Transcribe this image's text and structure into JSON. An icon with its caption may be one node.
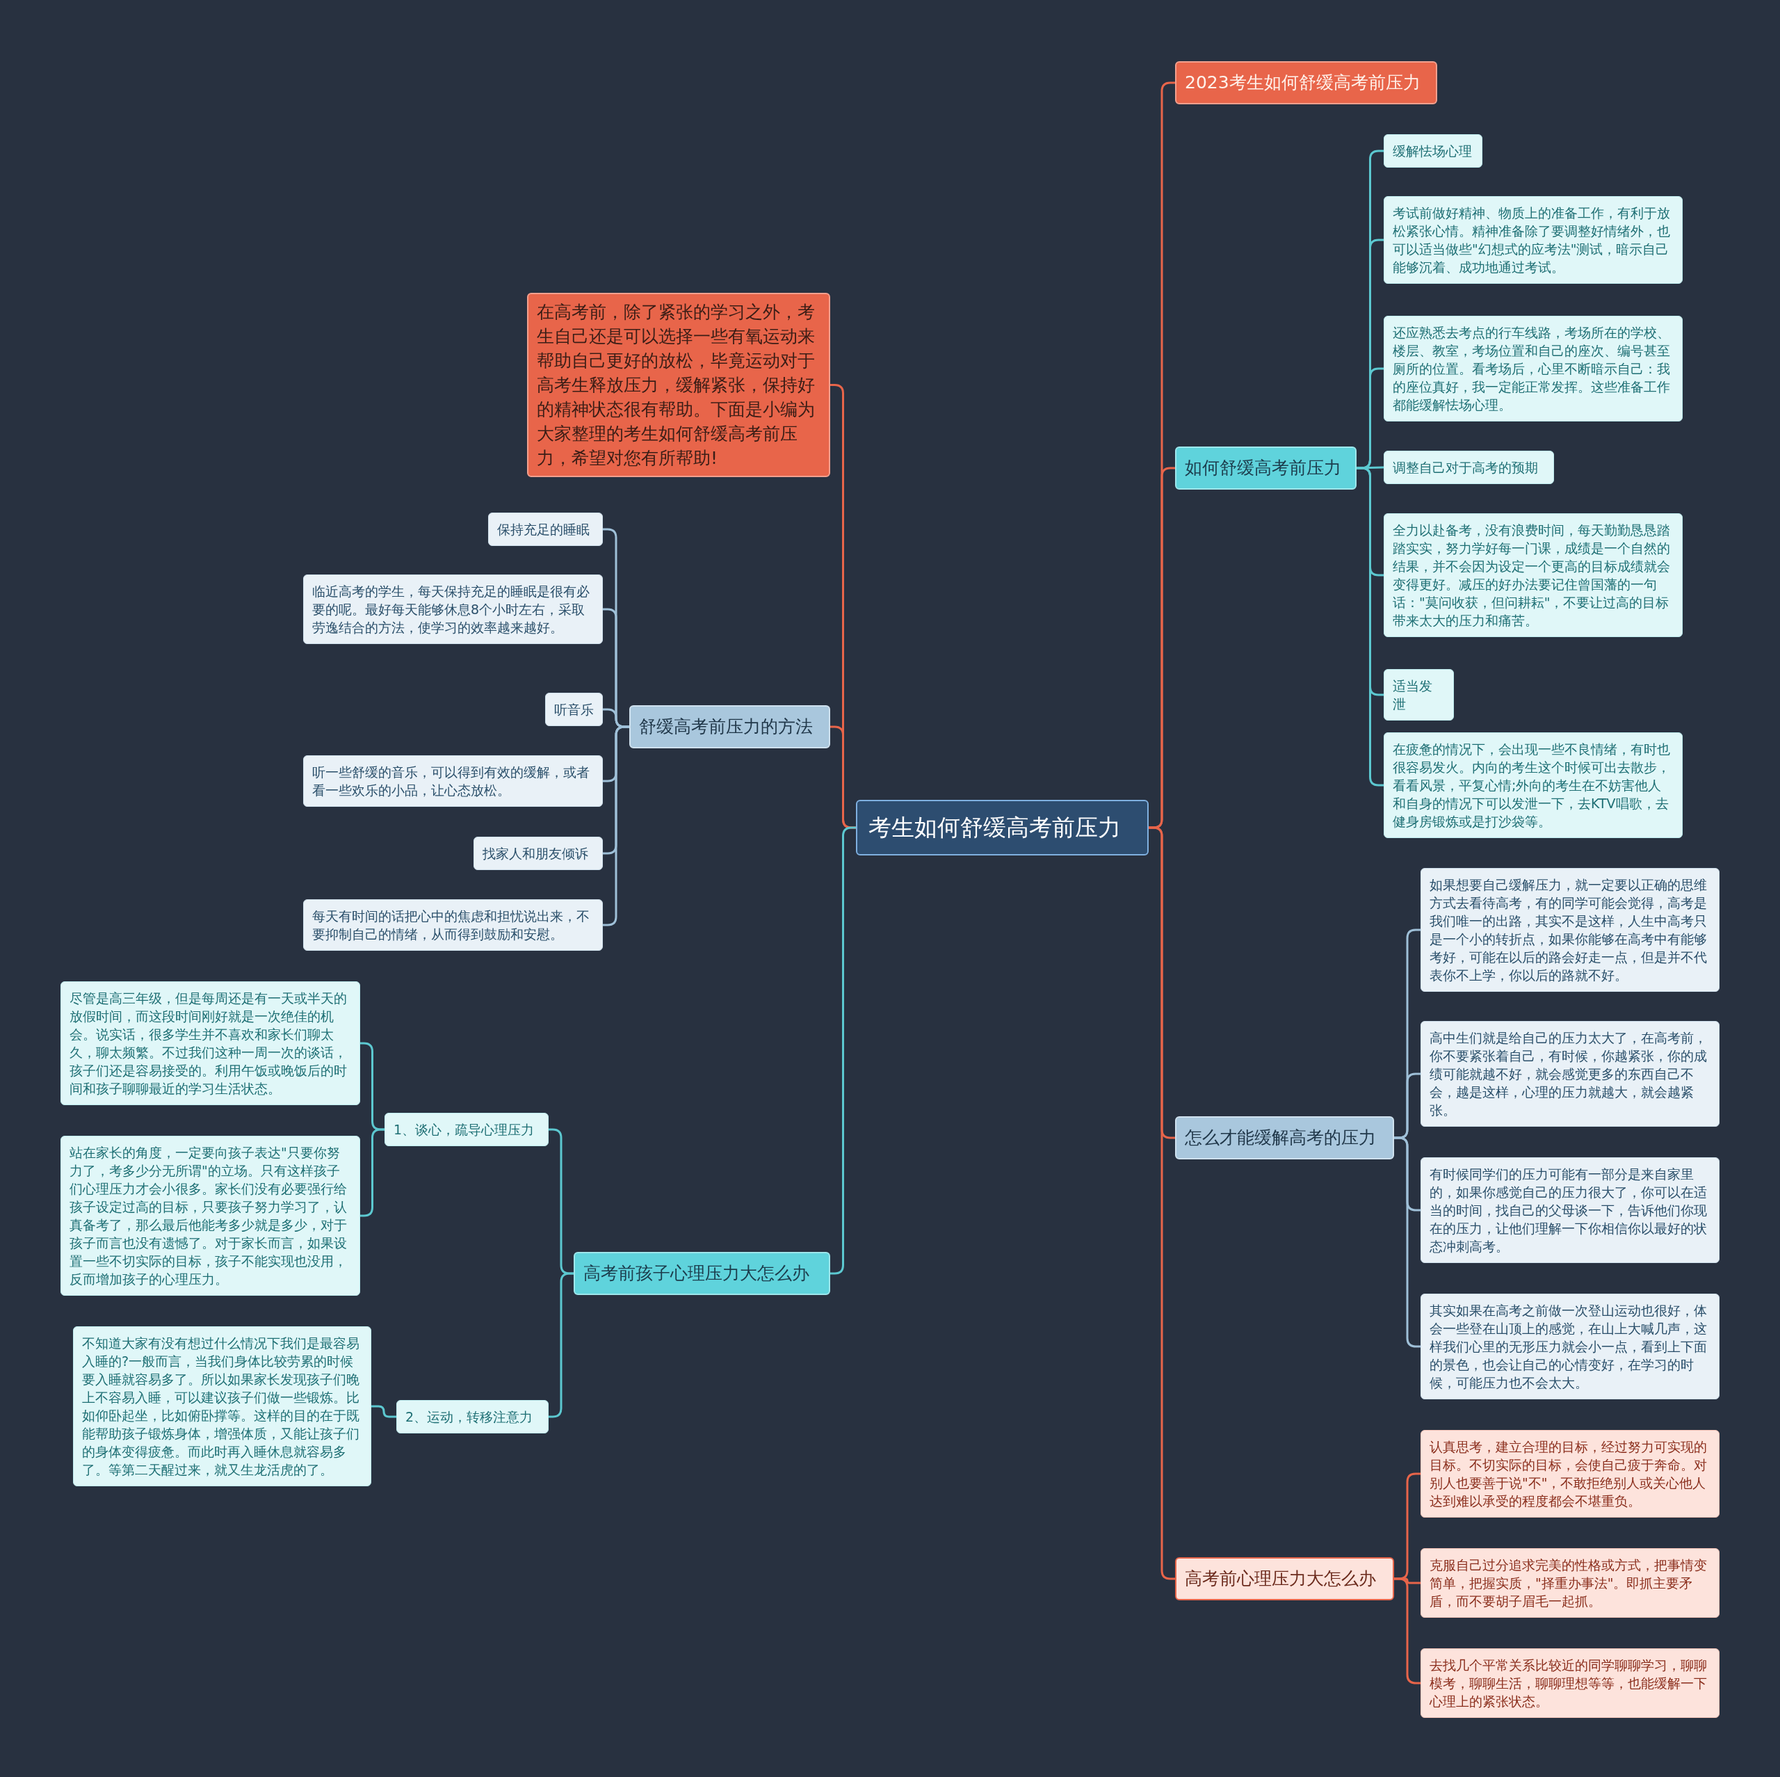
{
  "diagram": {
    "nodes": [
      {
        "text": [
          "考生如何舒缓高考前压力"
        ]
      },
      {
        "text": [
          "2023考生如何舒缓高考前压力"
        ]
      },
      {
        "text": [
          "如何舒缓高考前压力"
        ]
      },
      {
        "text": [
          "缓解怯场心理"
        ]
      },
      {
        "text": [
          "考试前做好精神、物质上的准备工作，有利于放松紧张心情。精神准备除了要调整好情绪外，也可以适当做些\"幻想式的应考法\"测试，暗示自己能够沉着、成功地通过考试。"
        ]
      },
      {
        "text": [
          "还应熟悉去考点的行车线路，考场所在的学校、楼层、教室，考场位置和自己的座次、编号甚至厕所的位置。看考场后，心里不断暗示自己：我的座位真好，我一定能正常发挥。这些准备工作都能缓解怯场心理。"
        ]
      },
      {
        "text": [
          "调整自己对于高考的预期"
        ]
      },
      {
        "text": [
          "全力以赴备考，没有浪费时间，每天勤勤恳恳踏踏实实，努力学好每一门课，成绩是一个自然的结果，并不会因为设定一个更高的目标成绩就会变得更好。减压的好办法要记住曾国藩的一句话：\"莫问收获，但问耕耘\"，不要让过高的目标带来太大的压力和痛苦。"
        ]
      },
      {
        "text": [
          "适当发泄"
        ]
      },
      {
        "text": [
          "在疲惫的情况下，会出现一些不良情绪，有时也很容易发火。内向的考生这个时候可出去散步，看看风景，平复心情;外向的考生在不妨害他人和自身的情况下可以发泄一下，去KTV唱歌，去健身房锻炼或是打沙袋等。"
        ]
      },
      {
        "text": [
          "怎么才能缓解高考的压力"
        ]
      },
      {
        "text": [
          "如果想要自己缓解压力，就一定要以正确的思维方式去看待高考，有的同学可能会觉得，高考是我们唯一的出路，其实不是这样，人生中高考只是一个小的转折点，如果你能够在高考中有能够考好，可能在以后的路会好走一点，但是并不代表你不上学，你以后的路就不好。"
        ]
      },
      {
        "text": [
          "高中生们就是给自己的压力太大了，在高考前，你不要紧张着自己，有时候，你越紧张，你的成绩可能就越不好，就会感觉更多的东西自己不会，越是这样，心理的压力就越大，就会越紧张。"
        ]
      },
      {
        "text": [
          "有时候同学们的压力可能有一部分是来自家里的，如果你感觉自己的压力很大了，你可以在适当的时间，找自己的父母谈一下，告诉他们你现在的压力，让他们理解一下你相信你以最好的状态冲刺高考。"
        ]
      },
      {
        "text": [
          "其实如果在高考之前做一次登山运动也很好，体会一些登在山顶上的感觉，在山上大喊几声，这样我们心里的无形压力就会小一点，看到上下面的景色，也会让自己的心情变好，在学习的时候，可能压力也不会太大。"
        ]
      },
      {
        "text": [
          "高考前心理压力大怎么办"
        ]
      },
      {
        "text": [
          "认真思考，建立合理的目标，经过努力可实现的目标。不切实际的目标，会使自己疲于奔命。对别人也要善于说\"不\"，不敢拒绝别人或关心他人达到难以承受的程度都会不堪重负。"
        ]
      },
      {
        "text": [
          "克服自己过分追求完美的性格或方式，把事情变简单，把握实质，\"择重办事法\"。即抓主要矛盾，而不要胡子眉毛一起抓。"
        ]
      },
      {
        "text": [
          "去找几个平常关系比较近的同学聊聊学习，聊聊模考，聊聊生活，聊聊理想等等，也能缓解一下心理上的紧张状态。"
        ]
      },
      {
        "text": [
          "在高考前，除了紧张的学习之外，考生自己还是可以选择一些有氧运动来帮助自己更好的放松，毕竟运动对于高考生释放压力，缓解紧张，保持好的精神状态很有帮助。下面是小编为大家整理的考生如何舒缓高考前压力，希望对您有所帮助!"
        ]
      },
      {
        "text": [
          "舒缓高考前压力的方法"
        ]
      },
      {
        "text": [
          "保持充足的睡眠"
        ]
      },
      {
        "text": [
          "临近高考的学生，每天保持充足的睡眠是很有必要的呢。最好每天能够休息8个小时左右，采取劳逸结合的方法，使学习的效率越来越好。"
        ]
      },
      {
        "text": [
          "听音乐"
        ]
      },
      {
        "text": [
          "听一些舒缓的音乐，可以得到有效的缓解，或者看一些欢乐的小品，让心态放松。"
        ]
      },
      {
        "text": [
          "找家人和朋友倾诉"
        ]
      },
      {
        "text": [
          "每天有时间的话把心中的焦虑和担忧说出来，不要抑制自己的情绪，从而得到鼓励和安慰。"
        ]
      },
      {
        "text": [
          "高考前孩子心理压力大怎么办"
        ]
      },
      {
        "text": [
          "1、谈心，疏导心理压力"
        ]
      },
      {
        "text": [
          "尽管是高三年级，但是每周还是有一天或半天的放假时间，而这段时间刚好就是一次绝佳的机会。说实话，很多学生并不喜欢和家长们聊太久，聊太频繁。不过我们这种一周一次的谈话，孩子们还是容易接受的。利用午饭或晚饭后的时间和孩子聊聊最近的学习生活状态。"
        ]
      },
      {
        "text": [
          "站在家长的角度，一定要向孩子表达\"只要你努力了，考多少分无所谓\"的立场。只有这样孩子们心理压力才会小很多。家长们没有必要强行给孩子设定过高的目标，只要孩子努力学习了，认真备考了，那么最后他能考多少就是多少，对于孩子而言也没有遗憾了。对于家长而言，如果设置一些不切实际的目标，孩子不能实现也没用，反而增加孩子的心理压力。"
        ]
      },
      {
        "text": [
          "2、运动，转移注意力"
        ]
      },
      {
        "text": [
          "不知道大家有没有想过什么情况下我们是最容易入睡的?一般而言，当我们身体比较劳累的时候要入睡就容易多了。所以如果家长发现孩子们晚上不容易入睡，可以建议孩子们做一些锻炼。比如仰卧起坐，比如俯卧撑等。这样的目的在于既能帮助孩子锻炼身体，增强体质，又能让孩子们的身体变得疲惫。而此时再入睡休息就容易多了。等第二天醒过来，就又生龙活虎的了。"
        ]
      }
    ],
    "edges": [
      {
        "from": 0,
        "to": 1,
        "arrow": "none",
        "color": "#e8654a"
      },
      {
        "from": 0,
        "to": 2,
        "arrow": "none",
        "color": "#e8654a"
      },
      {
        "from": 0,
        "to": 10,
        "arrow": "none",
        "color": "#e8654a"
      },
      {
        "from": 0,
        "to": 15,
        "arrow": "none",
        "color": "#e8654a"
      },
      {
        "from": 0,
        "to": 19,
        "arrow": "none",
        "color": "#e8654a"
      },
      {
        "from": 0,
        "to": 20,
        "arrow": "none",
        "color": "#e8654a"
      },
      {
        "from": 0,
        "to": 27,
        "arrow": "none"
      },
      {
        "from": 2,
        "to": 3,
        "arrow": "none"
      },
      {
        "from": 2,
        "to": 4,
        "arrow": "none"
      },
      {
        "from": 2,
        "to": 5,
        "arrow": "none"
      },
      {
        "from": 2,
        "to": 6,
        "arrow": "none"
      },
      {
        "from": 2,
        "to": 7,
        "arrow": "none"
      },
      {
        "from": 2,
        "to": 8,
        "arrow": "none"
      },
      {
        "from": 2,
        "to": 9,
        "arrow": "none"
      },
      {
        "from": 10,
        "to": 11,
        "arrow": "none",
        "color": "#9fc0d8"
      },
      {
        "from": 10,
        "to": 12,
        "arrow": "none",
        "color": "#9fc0d8"
      },
      {
        "from": 10,
        "to": 13,
        "arrow": "none",
        "color": "#9fc0d8"
      },
      {
        "from": 10,
        "to": 14,
        "arrow": "none",
        "color": "#9fc0d8"
      },
      {
        "from": 15,
        "to": 16,
        "arrow": "none",
        "color": "#e8654a"
      },
      {
        "from": 15,
        "to": 17,
        "arrow": "none",
        "color": "#e8654a"
      },
      {
        "from": 15,
        "to": 18,
        "arrow": "none",
        "color": "#e8654a"
      },
      {
        "from": 20,
        "to": 21,
        "arrow": "none",
        "color": "#9fc0d8"
      },
      {
        "from": 20,
        "to": 22,
        "arrow": "none",
        "color": "#9fc0d8"
      },
      {
        "from": 20,
        "to": 23,
        "arrow": "none",
        "color": "#9fc0d8"
      },
      {
        "from": 20,
        "to": 24,
        "arrow": "none",
        "color": "#9fc0d8"
      },
      {
        "from": 20,
        "to": 25,
        "arrow": "none",
        "color": "#9fc0d8"
      },
      {
        "from": 20,
        "to": 26,
        "arrow": "none",
        "color": "#9fc0d8"
      },
      {
        "from": 27,
        "to": 28,
        "arrow": "none"
      },
      {
        "from": 27,
        "to": 31,
        "arrow": "none"
      },
      {
        "from": 28,
        "to": 29,
        "arrow": "none"
      },
      {
        "from": 28,
        "to": 30,
        "arrow": "none"
      },
      {
        "from": 31,
        "to": 32,
        "arrow": "none"
      }
    ]
  }
}
